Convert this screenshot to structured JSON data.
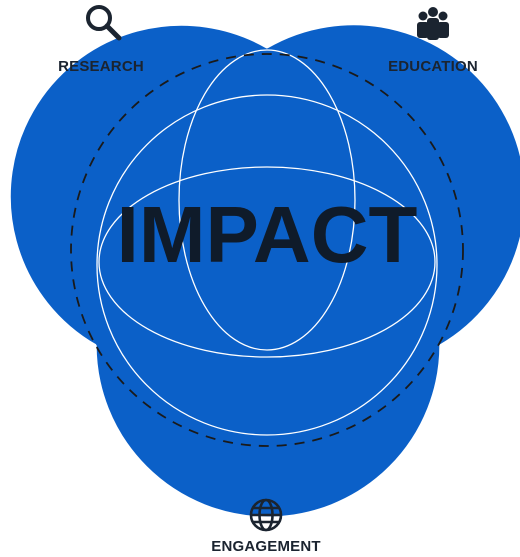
{
  "diagram": {
    "center_label": "IMPACT",
    "circles": [
      {
        "id": "research",
        "label": "RESEARCH",
        "icon": "search-icon"
      },
      {
        "id": "education",
        "label": "EDUCATION",
        "icon": "people-group-icon"
      },
      {
        "id": "engagement",
        "label": "ENGAGEMENT",
        "icon": "globe-icon"
      }
    ],
    "colors": {
      "circle_fill": "#0b60c8",
      "circle_outline": "#ffffff",
      "dashed_ring": "#1a1a1a",
      "text": "#1b2430"
    }
  }
}
